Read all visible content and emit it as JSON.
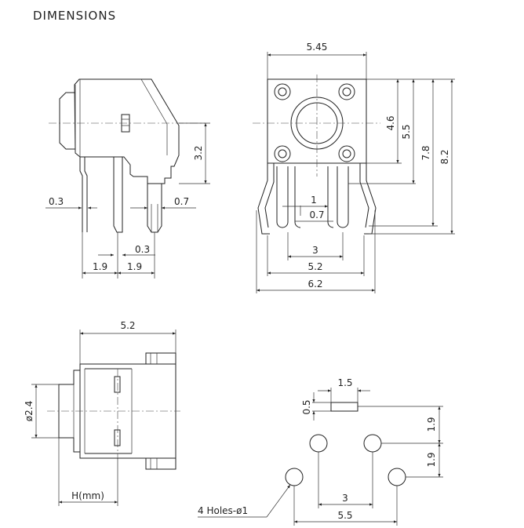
{
  "title": "DIMENSIONS",
  "side_view": {
    "dim_height": "3.2",
    "dim_pin_left": "0.3",
    "dim_pin_right": "0.7",
    "dim_pin_bottom": "0.3",
    "dim_pitch_left": "1.9",
    "dim_pitch_right": "1.9"
  },
  "front_view": {
    "dim_top_width": "5.45",
    "dim_46": "4.6",
    "dim_55": "5.5",
    "dim_78": "7.8",
    "dim_82": "8.2",
    "dim_1": "1",
    "dim_07": "0.7",
    "dim_3": "3",
    "dim_52": "5.2",
    "dim_62": "6.2"
  },
  "top_view": {
    "dim_width": "5.2",
    "dim_diameter": "ø2.4",
    "dim_h": "H(mm)"
  },
  "footprint": {
    "dim_slot_w": "1.5",
    "dim_slot_h": "0.5",
    "dim_v1": "1.9",
    "dim_v2": "1.9",
    "dim_3": "3",
    "dim_55": "5.5",
    "holes_label": "4 Holes-ø1"
  }
}
